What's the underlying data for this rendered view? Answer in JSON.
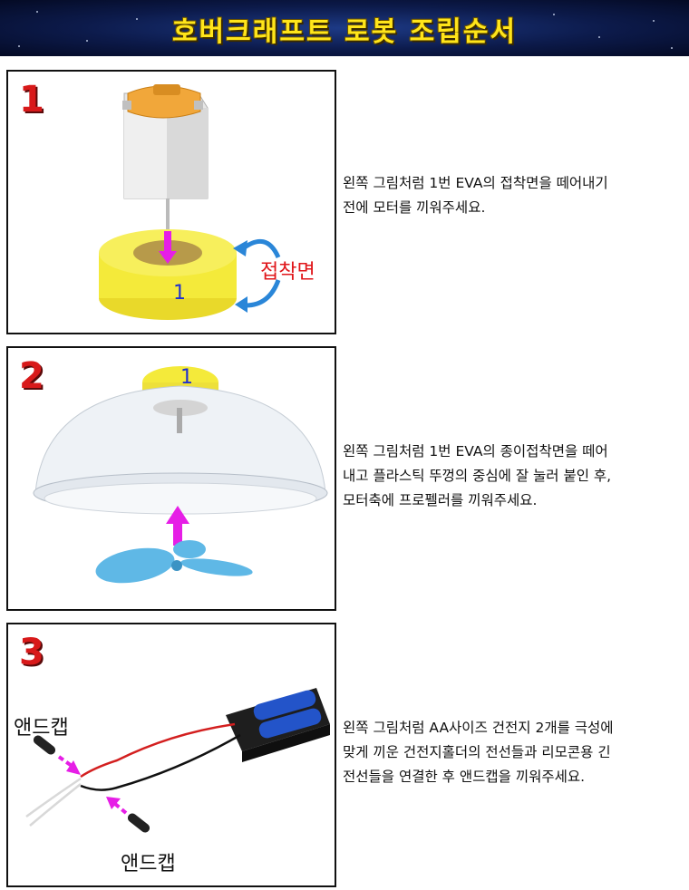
{
  "header": {
    "title": "호버크래프트 로봇 조립순서"
  },
  "steps": [
    {
      "number": "1",
      "lines": [
        "왼쪽 그림처럼 1번 EVA의 접착면을 떼어내기",
        "전에 모터를 끼워주세요."
      ],
      "callout": "접착면",
      "part_label": "1"
    },
    {
      "number": "2",
      "lines": [
        "왼쪽 그림처럼 1번 EVA의 종이접착면을 떼어",
        "내고 플라스틱 뚜껑의 중심에 잘 눌러  붙인 후,",
        "모터축에 프로펠러를 끼워주세요."
      ],
      "part_label": "1"
    },
    {
      "number": "3",
      "lines": [
        "왼쪽 그림처럼 AA사이즈 건전지 2개를 극성에",
        "맞게 끼운 건전지홀더의 전선들과 리모콘용 긴",
        "전선들을 연결한 후 앤드캡을 끼워주세요."
      ],
      "endcap_label_top": "앤드캡",
      "endcap_label_bottom": "앤드캡"
    }
  ],
  "colors": {
    "banner_text": "#ffe51a",
    "step_number": "#d8191a",
    "arrow": "#e61ee6",
    "callout": "#e0161a",
    "eva": "#f4ea3a",
    "propeller": "#5fb8e6"
  }
}
